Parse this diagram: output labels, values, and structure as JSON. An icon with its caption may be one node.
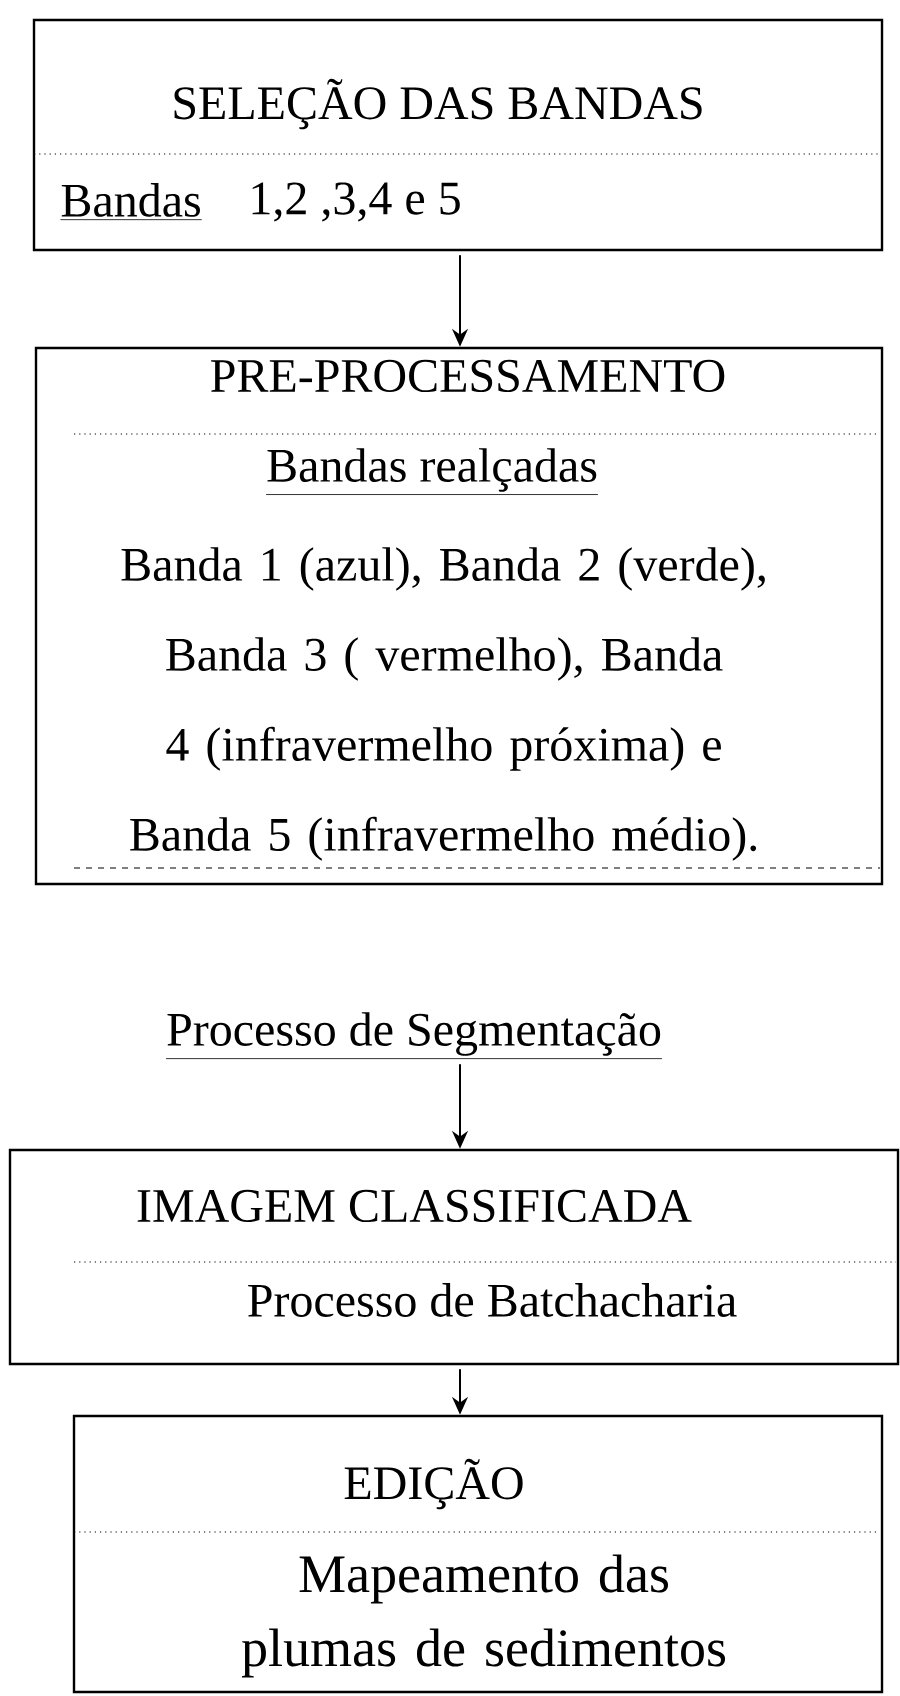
{
  "diagram": {
    "nodes": [
      {
        "text": [
          "SELEÇÃO DAS BANDAS",
          "Bandas",
          "1,2 ,3,4 e 5"
        ]
      },
      {
        "text": [
          "PRE-PROCESSAMENTO",
          "Bandas realçadas",
          "Banda 1 (azul), Banda 2 (verde), Banda 3 ( vermelho), Banda 4 (infravermelho próxima) e Banda 5 (infravermelho médio)."
        ]
      },
      {
        "text": [
          "Processo de Segmentação"
        ]
      },
      {
        "text": [
          "IMAGEM CLASSIFICADA",
          "Processo de Batchacharia"
        ]
      },
      {
        "text": [
          "EDIÇÃO",
          "Mapeamento das plumas de sedimentos"
        ]
      }
    ],
    "edges": [
      {
        "from": 0,
        "to": 1,
        "arrow": "to"
      },
      {
        "from": 2,
        "to": 3,
        "arrow": "to"
      },
      {
        "from": 3,
        "to": 4,
        "arrow": "to"
      }
    ]
  }
}
